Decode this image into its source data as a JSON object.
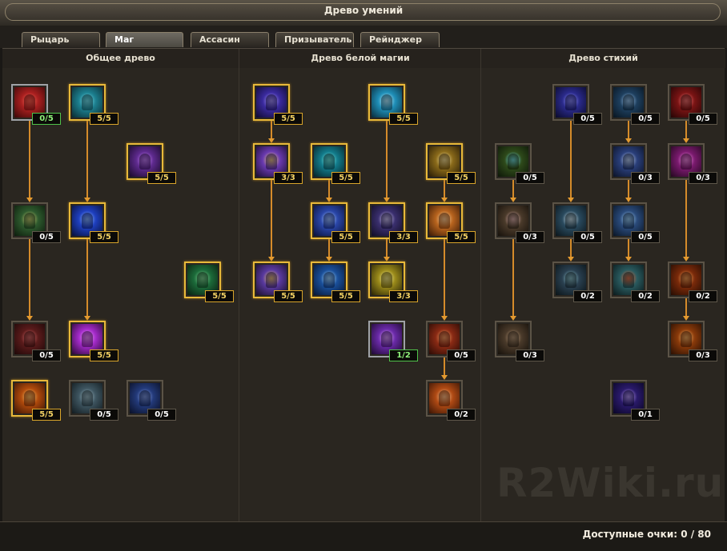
{
  "window": {
    "title": "Древо умений"
  },
  "tabs": [
    {
      "label": "Рыцарь",
      "active": false
    },
    {
      "label": "Маг",
      "active": true
    },
    {
      "label": "Ассасин",
      "active": false
    },
    {
      "label": "Призыватель",
      "active": false
    },
    {
      "label": "Рейнджер",
      "active": false
    }
  ],
  "trees": [
    {
      "title": "Общее древо"
    },
    {
      "title": "Древо белой магии"
    },
    {
      "title": "Древо стихий"
    }
  ],
  "skills": [
    {
      "id": "g1",
      "level": "0/5",
      "state": "partial",
      "badge": "green",
      "palette": [
        "#a81f1f",
        "#ff6b5a",
        "#3a0808"
      ],
      "icon": "red-figure-icon"
    },
    {
      "id": "g2",
      "level": "5/5",
      "state": "learned",
      "badge": "gold",
      "palette": [
        "#1c7f8f",
        "#7fe6f0",
        "#0b2a30"
      ],
      "icon": "cyan-figure-icon"
    },
    {
      "id": "g3",
      "level": "5/5",
      "state": "learned",
      "badge": "gold",
      "palette": [
        "#5e2a8e",
        "#d08cff",
        "#1a0a2a"
      ],
      "icon": "purple-figure-icon"
    },
    {
      "id": "g4",
      "level": "0/5",
      "state": "none",
      "badge": "plain",
      "palette": [
        "#2e5a2e",
        "#e0d87a",
        "#0d1d0d"
      ],
      "icon": "holy-cross-icon"
    },
    {
      "id": "g5",
      "level": "5/5",
      "state": "learned",
      "badge": "gold",
      "palette": [
        "#1e3fbf",
        "#9cc9ff",
        "#08113a"
      ],
      "icon": "blue-orb-icon"
    },
    {
      "id": "g6",
      "level": "5/5",
      "state": "learned",
      "badge": "gold",
      "palette": [
        "#1c6b3a",
        "#8fe0a0",
        "#0a1f10"
      ],
      "icon": "green-tree-icon"
    },
    {
      "id": "g7",
      "level": "0/5",
      "state": "none",
      "badge": "plain",
      "palette": [
        "#5a1b1b",
        "#e07070",
        "#1e0808"
      ],
      "icon": "red-cross-icon"
    },
    {
      "id": "g8",
      "level": "5/5",
      "state": "learned",
      "badge": "gold",
      "palette": [
        "#a32ac9",
        "#f5a6ff",
        "#2a0a33"
      ],
      "icon": "purple-orb-icon"
    },
    {
      "id": "g9",
      "level": "5/5",
      "state": "learned",
      "badge": "gold",
      "palette": [
        "#b04a0c",
        "#ffd070",
        "#3a1404"
      ],
      "icon": "fire-sigil-icon"
    },
    {
      "id": "g10",
      "level": "0/5",
      "state": "none",
      "badge": "plain",
      "palette": [
        "#3e5560",
        "#a6c2cc",
        "#121b1f"
      ],
      "icon": "grey-tree-icon"
    },
    {
      "id": "g11",
      "level": "0/5",
      "state": "none",
      "badge": "plain",
      "palette": [
        "#233a7a",
        "#8fa6e6",
        "#0a1026"
      ],
      "icon": "blue-tree-icon"
    },
    {
      "id": "w1",
      "level": "5/5",
      "state": "learned",
      "badge": "gold",
      "palette": [
        "#3a2a9e",
        "#b7a6ff",
        "#0e0a2e"
      ],
      "icon": "violet-figure-icon"
    },
    {
      "id": "w2",
      "level": "5/5",
      "state": "learned",
      "badge": "gold",
      "palette": [
        "#1f8fb8",
        "#d8f6ff",
        "#0a2a38"
      ],
      "icon": "white-cross-icon"
    },
    {
      "id": "w3",
      "level": "3/3",
      "state": "learned",
      "badge": "gold",
      "palette": [
        "#6a3ab0",
        "#ffe070",
        "#1a0d30"
      ],
      "icon": "light-beam-icon"
    },
    {
      "id": "w4",
      "level": "5/5",
      "state": "learned",
      "badge": "gold",
      "palette": [
        "#127a8a",
        "#7ff2e6",
        "#062226"
      ],
      "icon": "healing-figure-icon"
    },
    {
      "id": "w5",
      "level": "5/5",
      "state": "learned",
      "badge": "gold",
      "palette": [
        "#8a6a1a",
        "#fff0b0",
        "#2a1d05"
      ],
      "icon": "holy-sword-icon"
    },
    {
      "id": "w6",
      "level": "5/5",
      "state": "learned",
      "badge": "gold",
      "palette": [
        "#2a46a8",
        "#b6d6ff",
        "#0a123a"
      ],
      "icon": "blue-wing-icon"
    },
    {
      "id": "w7",
      "level": "3/3",
      "state": "learned",
      "badge": "gold",
      "palette": [
        "#3a2f6e",
        "#e6dcff",
        "#110d24"
      ],
      "icon": "star-seal-icon"
    },
    {
      "id": "w8",
      "level": "5/5",
      "state": "learned",
      "badge": "gold",
      "palette": [
        "#b8641e",
        "#ffe1b0",
        "#3a1a06"
      ],
      "icon": "fist-light-icon"
    },
    {
      "id": "w9",
      "level": "5/5",
      "state": "learned",
      "badge": "gold",
      "palette": [
        "#5a3aa0",
        "#ffd86a",
        "#1a0f2a"
      ],
      "icon": "rune-face-icon"
    },
    {
      "id": "w10",
      "level": "5/5",
      "state": "learned",
      "badge": "gold",
      "palette": [
        "#1a4f9a",
        "#b8e8ff",
        "#071836"
      ],
      "icon": "blue-crescent-icon"
    },
    {
      "id": "w11",
      "level": "3/3",
      "state": "learned",
      "badge": "gold",
      "palette": [
        "#9a8a1a",
        "#fff8a0",
        "#2a2406"
      ],
      "icon": "light-pillars-icon"
    },
    {
      "id": "w12",
      "level": "1/2",
      "state": "partial",
      "badge": "green",
      "palette": [
        "#6a2aa8",
        "#e8b0ff",
        "#1d0a30"
      ],
      "icon": "violet-orb-icon"
    },
    {
      "id": "w13",
      "level": "0/5",
      "state": "none",
      "badge": "plain",
      "palette": [
        "#8a2a14",
        "#ffb070",
        "#2a0b05"
      ],
      "icon": "fire-sword-icon"
    },
    {
      "id": "w14",
      "level": "0/2",
      "state": "none",
      "badge": "plain",
      "palette": [
        "#b04a14",
        "#ffd3a0",
        "#3a1505"
      ],
      "icon": "orange-shield-icon"
    },
    {
      "id": "e1",
      "level": "0/5",
      "state": "none",
      "badge": "plain",
      "palette": [
        "#2a2a8a",
        "#9a9aff",
        "#0a0a2a"
      ],
      "icon": "dark-wing-icon"
    },
    {
      "id": "e2",
      "level": "0/5",
      "state": "none",
      "badge": "plain",
      "palette": [
        "#1e3f5e",
        "#b0d8ff",
        "#08141f"
      ],
      "icon": "ice-wing-icon"
    },
    {
      "id": "e3",
      "level": "0/5",
      "state": "none",
      "badge": "plain",
      "palette": [
        "#7a1414",
        "#ff8080",
        "#250505"
      ],
      "icon": "red-claws-icon"
    },
    {
      "id": "e4",
      "level": "0/5",
      "state": "none",
      "badge": "plain",
      "palette": [
        "#2e4a1a",
        "#7af0ff",
        "#0d1608"
      ],
      "icon": "wind-eye-icon"
    },
    {
      "id": "e5",
      "level": "0/3",
      "state": "none",
      "badge": "plain",
      "palette": [
        "#2a3f7a",
        "#d8e8ff",
        "#0b1226"
      ],
      "icon": "lightning-burst-icon"
    },
    {
      "id": "e6",
      "level": "0/3",
      "state": "none",
      "badge": "plain",
      "palette": [
        "#7a1a6e",
        "#ff9cf0",
        "#250820"
      ],
      "icon": "pink-burst-icon"
    },
    {
      "id": "e7",
      "level": "0/3",
      "state": "none",
      "badge": "plain",
      "palette": [
        "#4a3a2a",
        "#f0c0c0",
        "#16110b"
      ],
      "icon": "rock-spikes-icon"
    },
    {
      "id": "e8",
      "level": "0/5",
      "state": "none",
      "badge": "plain",
      "palette": [
        "#2a4a5e",
        "#e8f8ff",
        "#0b161c"
      ],
      "icon": "frost-burst-icon"
    },
    {
      "id": "e9",
      "level": "0/5",
      "state": "none",
      "badge": "plain",
      "palette": [
        "#2a4a7a",
        "#b0e0ff",
        "#0a1626"
      ],
      "icon": "ice-shard-icon"
    },
    {
      "id": "e10",
      "level": "0/2",
      "state": "none",
      "badge": "plain",
      "palette": [
        "#2a4050",
        "#9ad0d8",
        "#0b1418"
      ],
      "icon": "ice-golem-icon"
    },
    {
      "id": "e11",
      "level": "0/2",
      "state": "none",
      "badge": "plain",
      "palette": [
        "#2a5a5e",
        "#ff6a3a",
        "#0b1a1c"
      ],
      "icon": "fire-golem-icon"
    },
    {
      "id": "e12",
      "level": "0/2",
      "state": "none",
      "badge": "plain",
      "palette": [
        "#7a2a0a",
        "#ffb060",
        "#260d03"
      ],
      "icon": "fireball-icon"
    },
    {
      "id": "e13",
      "level": "0/3",
      "state": "none",
      "badge": "plain",
      "palette": [
        "#4a3a2a",
        "#c0a080",
        "#16110b"
      ],
      "icon": "earth-golem-icon"
    },
    {
      "id": "e14",
      "level": "0/3",
      "state": "none",
      "badge": "plain",
      "palette": [
        "#8a3a0a",
        "#ffc070",
        "#2a1003"
      ],
      "icon": "meteor-icon"
    },
    {
      "id": "e15",
      "level": "0/1",
      "state": "none",
      "badge": "plain",
      "palette": [
        "#2a1a6a",
        "#d0b0ff",
        "#0a0626"
      ],
      "icon": "void-flare-icon"
    }
  ],
  "footer": {
    "available_points": "Доступные очки: 0 / 80"
  },
  "watermark": "R2Wiki.ru"
}
